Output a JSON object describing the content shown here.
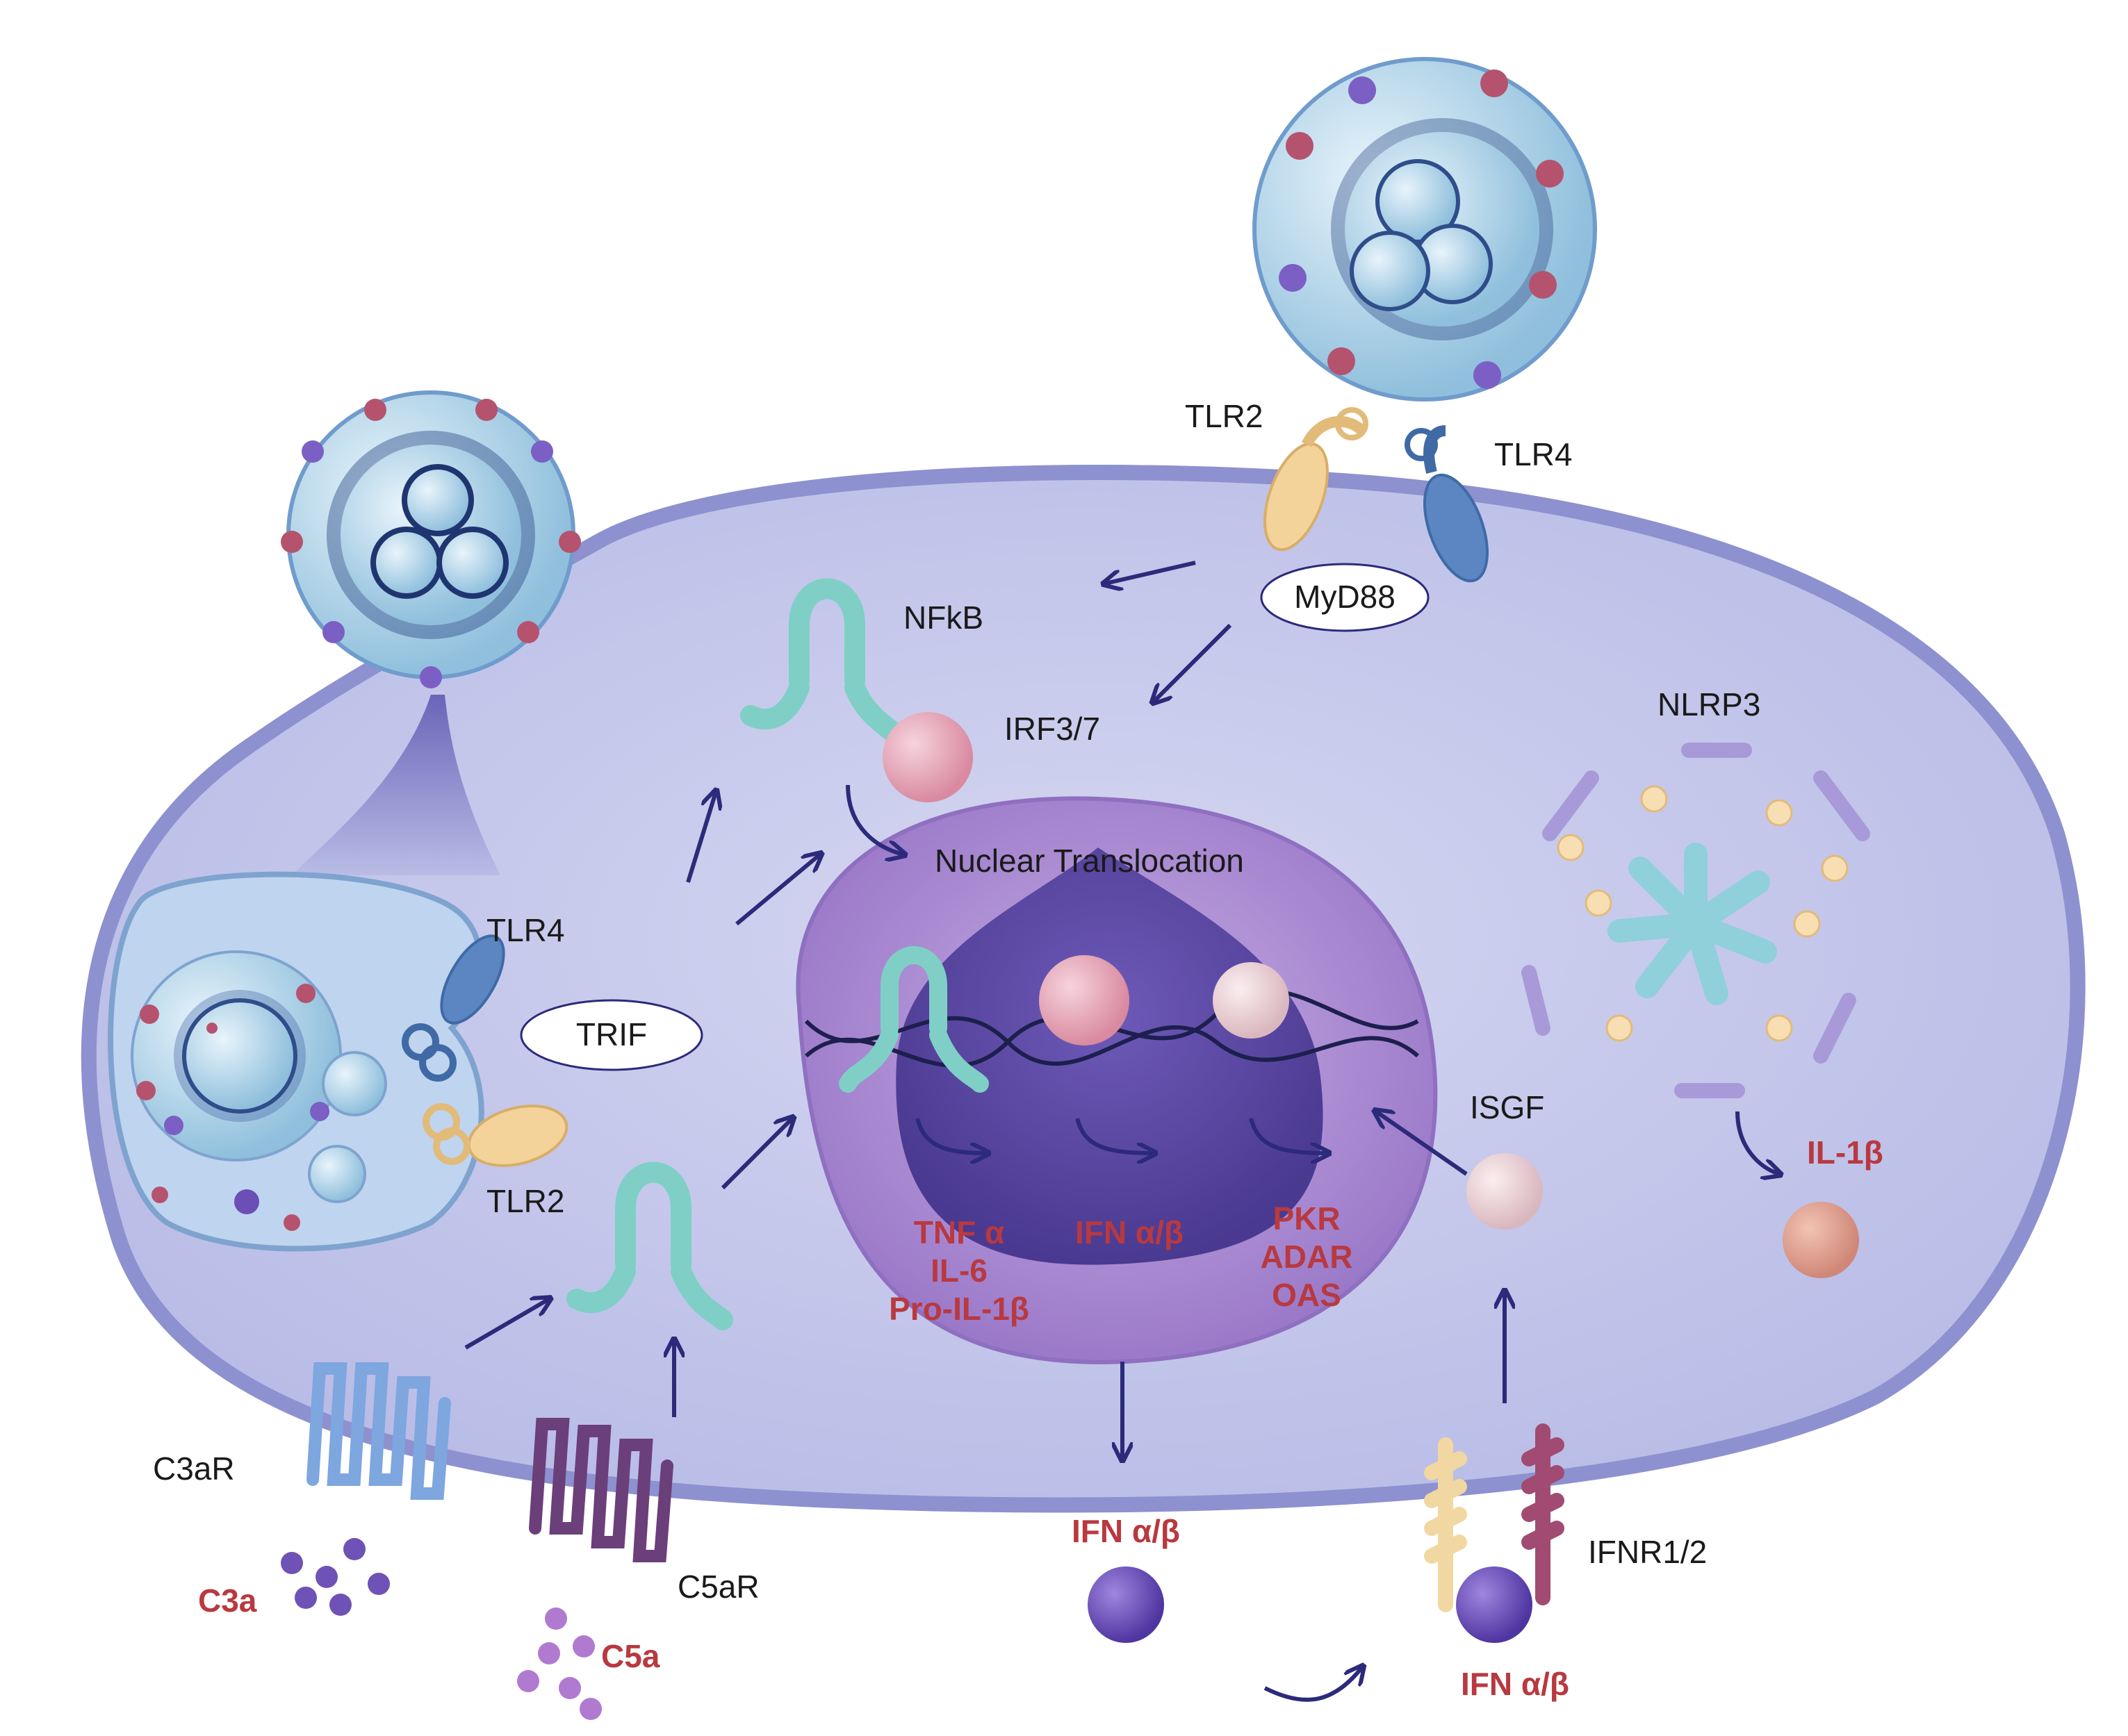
{
  "labels": {
    "tlr2_top": "TLR2",
    "tlr4_top": "TLR4",
    "myd88": "MyD88",
    "nfkb": "NFkB",
    "irf37": "IRF3/7",
    "nuclear_translocation": "Nuclear Translocation",
    "nlrp3": "NLRP3",
    "tlr4_left": "TLR4",
    "trif": "TRIF",
    "tlr2_left": "TLR2",
    "isgf": "ISGF",
    "il1b": "IL-1β",
    "c3ar": "C3aR",
    "c3a": "C3a",
    "c5ar": "C5aR",
    "c5a": "C5a",
    "ifn_out": "IFN α/β",
    "ifnr": "IFNR1/2",
    "ifn_bottom": "IFN α/β"
  },
  "nucleus_products": {
    "group1": [
      "TNF α",
      "IL-6",
      "Pro-IL-1β"
    ],
    "group2": [
      "IFN α/β"
    ],
    "group3": [
      "PKR",
      "ADAR",
      "OAS"
    ]
  },
  "colors": {
    "cell_fill": "#c9cbec",
    "cell_border": "#8d91cf",
    "nucleus_outer": "#b495d6",
    "nucleus_inner": "#5f4aa6",
    "arrow": "#2c2a7a",
    "cytokine_red": "#b8393f",
    "nfkb_teal": "#7fcfc6",
    "tlr2_tan": "#f4d39a",
    "tlr4_blue": "#5b86c2",
    "irf_pink": "#e7a6b6",
    "isgf_pale": "#eed3d8",
    "ifn_purple": "#6b4fb6",
    "c3ar_blue": "#7ea6df",
    "c5ar_purple": "#6b3f7a"
  }
}
